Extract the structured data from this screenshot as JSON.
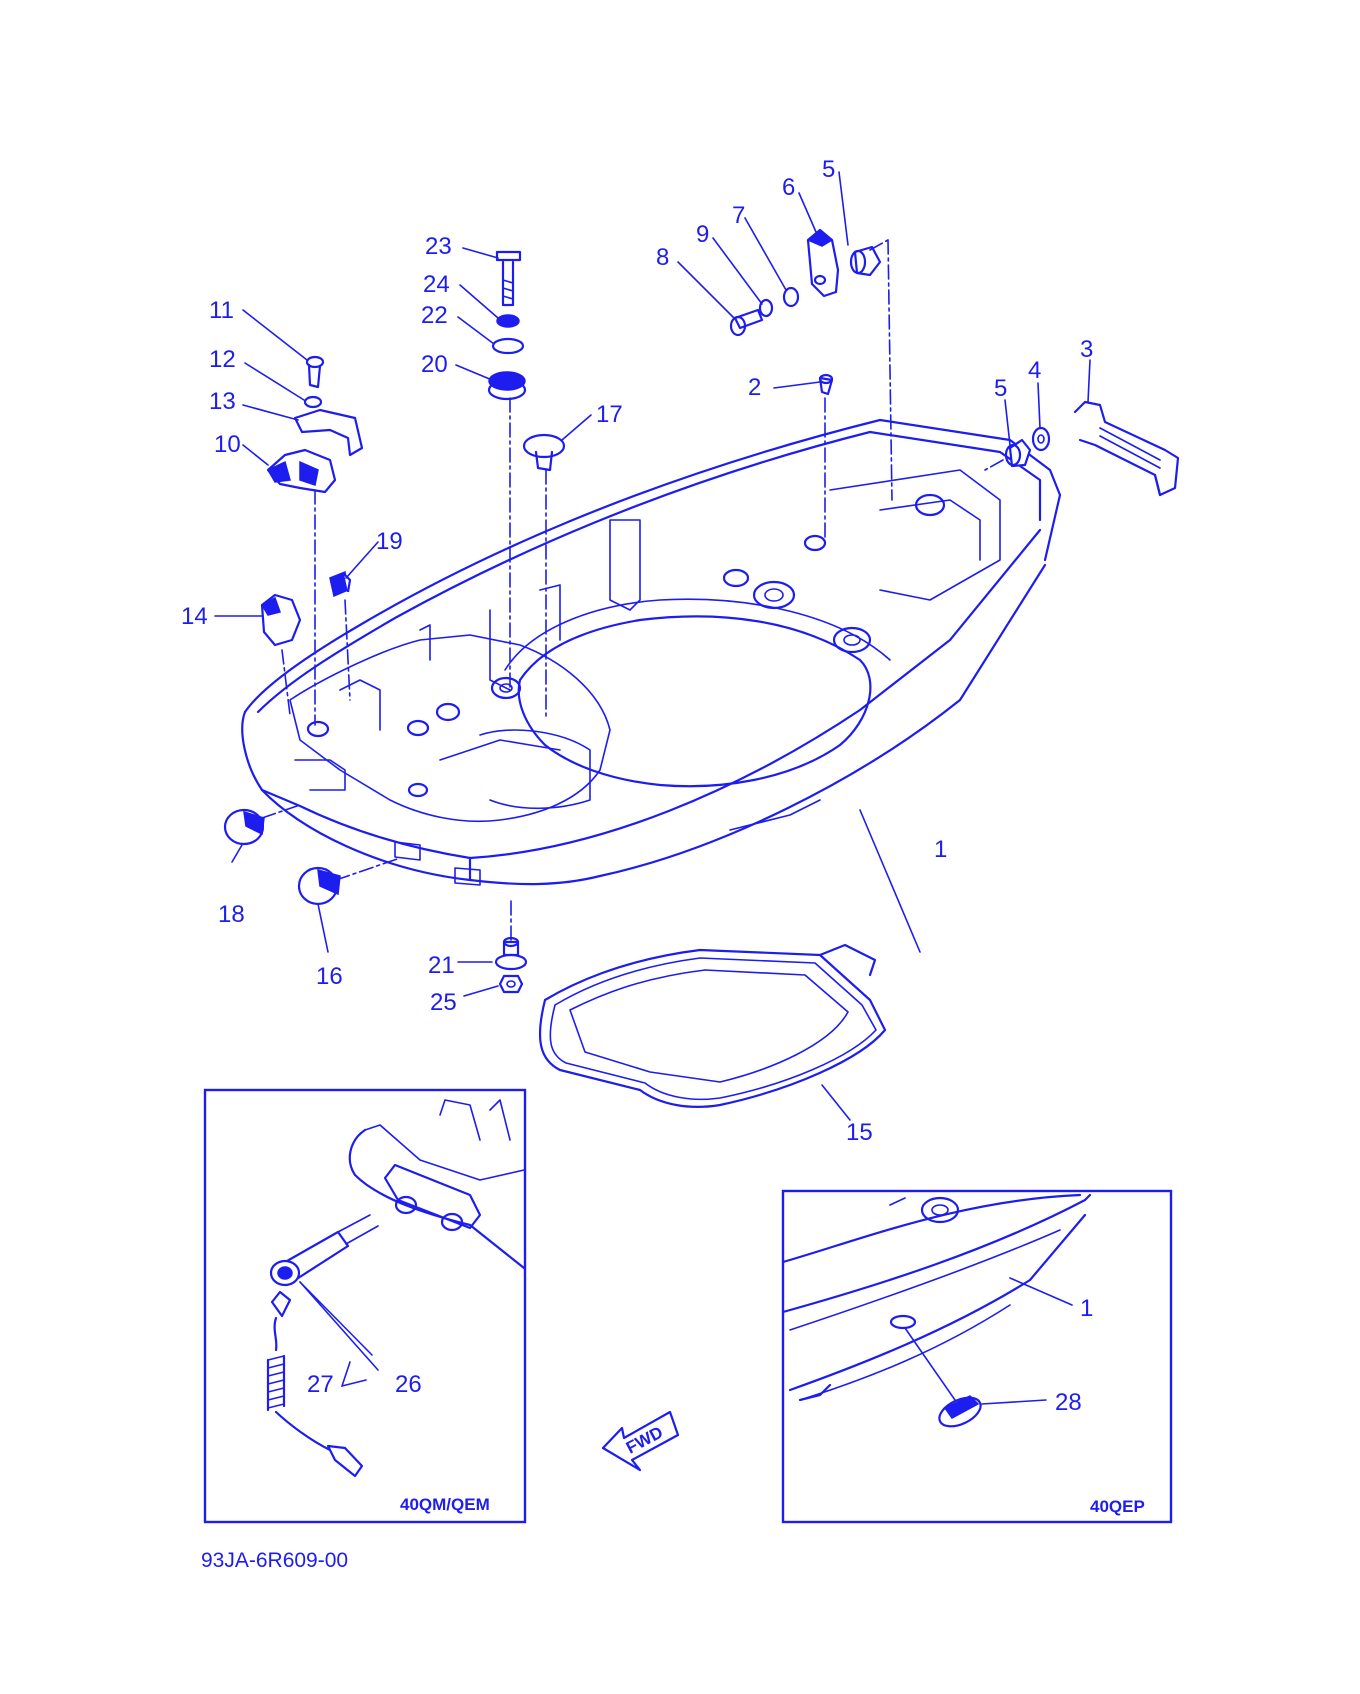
{
  "diagram": {
    "drawing_code": "93JA-6R609-00",
    "colors": {
      "line": "#1d1df0",
      "background": "#ffffff"
    },
    "callouts": [
      "1",
      "2",
      "3",
      "4",
      "5",
      "5",
      "6",
      "7",
      "8",
      "9",
      "10",
      "11",
      "12",
      "13",
      "14",
      "15",
      "16",
      "17",
      "18",
      "19",
      "20",
      "21",
      "22",
      "23",
      "24",
      "25"
    ],
    "fwd_arrow": {
      "icon": "forward-arrow-icon",
      "text": "FWD"
    },
    "inset_left": {
      "model": "40QM/QEM",
      "callouts": [
        "26",
        "27"
      ]
    },
    "inset_right": {
      "model": "40QEP",
      "callouts": [
        "1",
        "28"
      ]
    }
  }
}
